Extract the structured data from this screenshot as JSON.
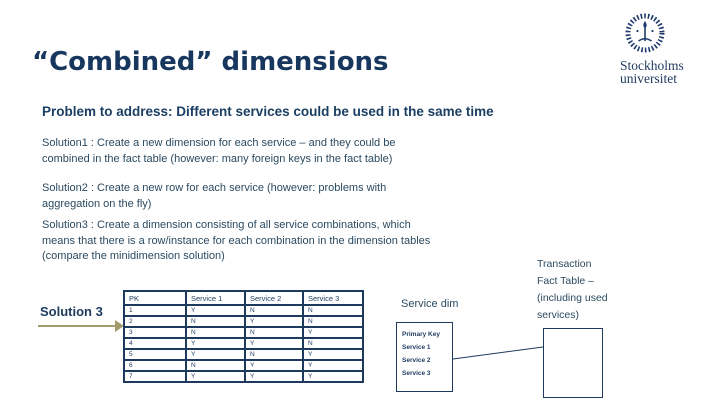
{
  "slide": {
    "title": "“Combined” dimensions",
    "heading": "Problem to address: Different services could be used in the same time",
    "paragraphs": {
      "p1": "Solution1 : Create a new dimension for each service – and they could be\ncombined in the fact table (however: many foreign keys in the fact table)",
      "p2": "Solution2 : Create a new row for each service (however: problems with\naggregation on the fly)",
      "p3": "Solution3 : Create a dimension consisting of all service combinations, which\nmeans that there is a row/instance for each combination in the dimension tables\n(compare the minidimension solution)"
    },
    "solution3_label": "Solution 3"
  },
  "logo": {
    "line1": "Stockholms",
    "line2": "universitet"
  },
  "table": {
    "headers": [
      "PK",
      "Service 1",
      "Service 2",
      "Service 3"
    ],
    "rows": [
      [
        "1",
        "Y",
        "N",
        "N"
      ],
      [
        "2",
        "N",
        "Y",
        "N"
      ],
      [
        "3",
        "N",
        "N",
        "Y"
      ],
      [
        "4",
        "Y",
        "Y",
        "N"
      ],
      [
        "5",
        "Y",
        "N",
        "Y"
      ],
      [
        "6",
        "N",
        "Y",
        "Y"
      ],
      [
        "7",
        "Y",
        "Y",
        "Y"
      ]
    ]
  },
  "diagram": {
    "service_dim_label": "Service dim",
    "service_dim_fields": [
      "Primary Key",
      "Service 1",
      "Service 2",
      "Service 3"
    ],
    "fact_table_label": "Transaction\nFact Table –\n(including used\nservices)"
  },
  "colors": {
    "title_navy": "#17375e",
    "body_text": "#2b4a60",
    "table_border": "#1d3a5e",
    "arrow_khaki": "#a29c6d"
  }
}
